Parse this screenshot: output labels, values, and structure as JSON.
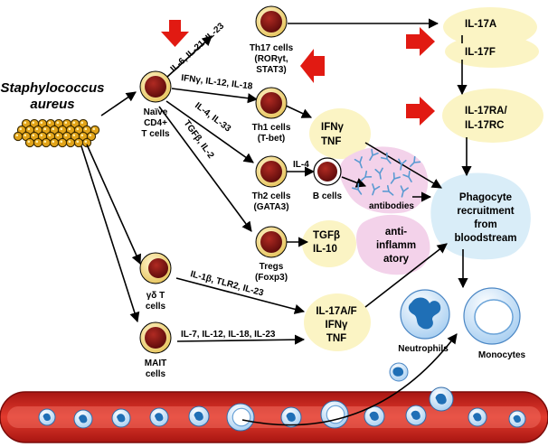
{
  "colors": {
    "cell_outer": "#f3dc86",
    "cell_inner": "#7a1010",
    "yellow_blob": "#fbf4c4",
    "blue_blob": "#d9edf8",
    "pink_blob": "#f3d2ea",
    "arrow_red": "#e11a12",
    "vessel": "#c7231e",
    "vessel_lumen": "#e94b3f",
    "bacteria": "#e2a419",
    "antibody": "#5a9ad2",
    "phagocyte": "#1f6fb6"
  },
  "pathogen": {
    "line1": "Staphylococcus",
    "line2": "aureus"
  },
  "naive": {
    "line1": "Naïve",
    "line2": "CD4+",
    "line3": "T cells"
  },
  "gd": {
    "line1": "γδ T",
    "line2": "cells"
  },
  "mait": {
    "line1": "MAIT",
    "line2": "cells"
  },
  "th17": {
    "line1": "Th17 cells",
    "line2": "(RORγt,",
    "line3": "STAT3)"
  },
  "th1": {
    "line1": "Th1 cells",
    "line2": "(T-bet)"
  },
  "th2": {
    "line1": "Th2 cells",
    "line2": "(GATA3)"
  },
  "treg": {
    "line1": "Tregs",
    "line2": "(Foxp3)"
  },
  "bcell": {
    "label": "B cells"
  },
  "edge_labels": {
    "th17": "IL-6, IL-21, IL-23",
    "th1": "IFNγ, IL-12, IL-18",
    "th2": "IL-4, IL-33",
    "treg": "TGFβ, IL-2",
    "th2_to_b": "IL-4",
    "gd": "IL-1β, TLR2, IL-23",
    "mait": "IL-7, IL-12, IL-18, IL-23"
  },
  "il17a": "IL-17A",
  "il17f": "IL-17F",
  "il17r": {
    "line1": "IL-17RA/",
    "line2": "IL-17RC"
  },
  "th1_out": {
    "line1": "IFNγ",
    "line2": "TNF"
  },
  "antibodies": "antibodies",
  "treg_out": {
    "line1": "TGFβ",
    "line2": "IL-10"
  },
  "anti_inflam": {
    "line1": "anti-",
    "line2": "inflamm",
    "line3": "atory"
  },
  "inn_out": {
    "line1": "IL-17A/F",
    "line2": "IFNγ",
    "line3": "TNF"
  },
  "phago": {
    "line1": "Phagocyte",
    "line2": "recruitment",
    "line3": "from",
    "line4": "bloodstream"
  },
  "neutrophils": "Neutrophils",
  "monocytes": "Monocytes"
}
